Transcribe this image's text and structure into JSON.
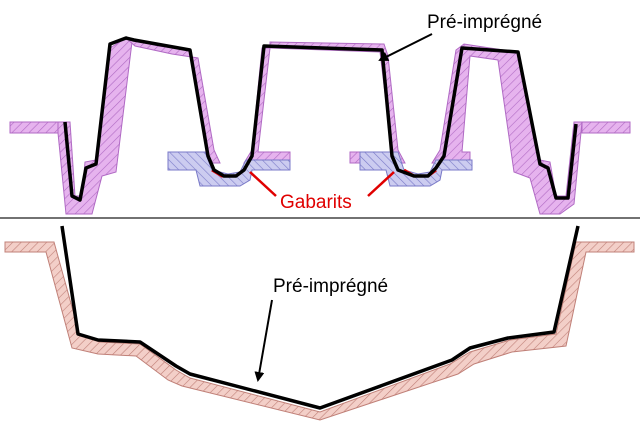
{
  "labels": {
    "top_prepreg": "Pré-imprégné",
    "jigs": "Gabarits",
    "bottom_prepreg": "Pré-imprégné"
  },
  "colors": {
    "prepreg_fill": "#e6b3ee",
    "prepreg_edge": "#b06ac4",
    "jig_fill": "#ccccf0",
    "jig_edge": "#7a7ac8",
    "jig_contact": "#e00000",
    "bottom_fill": "#f3cfc8",
    "bottom_edge": "#c08078",
    "line": "#000000",
    "divider": "#444444",
    "label_red": "#e00000"
  }
}
